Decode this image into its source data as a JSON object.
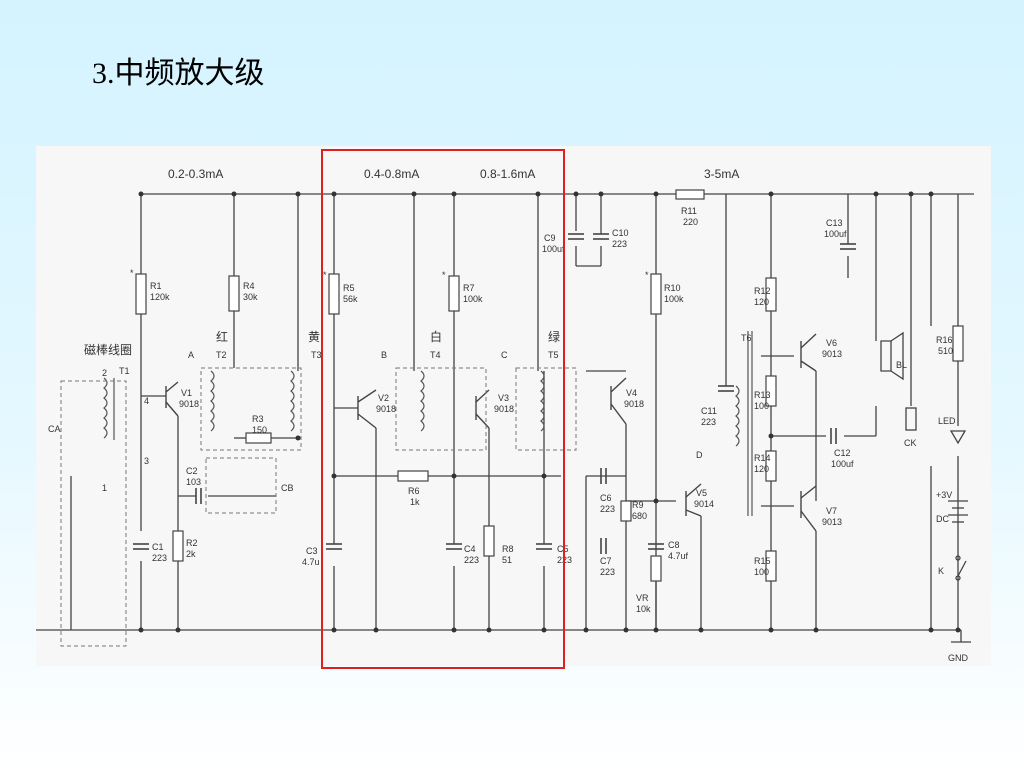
{
  "slide": {
    "title": "3.中频放大级"
  },
  "schematic": {
    "currents": {
      "stage1": "0.2-0.3mA",
      "stage2": "0.4-0.8mA",
      "stage3": "0.8-1.6mA",
      "stage4": "3-5mA"
    },
    "transformers": {
      "T1": "T1",
      "T2": "T2",
      "T3": "T3",
      "T4": "T4",
      "T5": "T5",
      "T6": "T6",
      "antenna_label": "磁棒线圈",
      "color_red": "红",
      "color_yellow": "黄",
      "color_white": "白",
      "color_green": "绿"
    },
    "points": {
      "A": "A",
      "B": "B",
      "C": "C",
      "D": "D",
      "star": "*"
    },
    "pins": {
      "p1": "1",
      "p2": "2",
      "p3": "3",
      "p4": "4"
    },
    "transistors": {
      "V1": [
        "V1",
        "9018"
      ],
      "V2": [
        "V2",
        "9018"
      ],
      "V3": [
        "V3",
        "9018"
      ],
      "V4": [
        "V4",
        "9018"
      ],
      "V5": [
        "V5",
        "9014"
      ],
      "V6": [
        "V6",
        "9013"
      ],
      "V7": [
        "V7",
        "9013"
      ]
    },
    "resistors": {
      "R1": [
        "R1",
        "120k"
      ],
      "R2": [
        "R2",
        "2k"
      ],
      "R3": [
        "R3",
        "150"
      ],
      "R4": [
        "R4",
        "30k"
      ],
      "R5": [
        "R5",
        "56k"
      ],
      "R6": [
        "R6",
        "1k"
      ],
      "R7": [
        "R7",
        "100k"
      ],
      "R8": [
        "R8",
        "51"
      ],
      "R9": [
        "R9",
        "680"
      ],
      "R10": [
        "R10",
        "100k"
      ],
      "R11": [
        "R11",
        "220"
      ],
      "R12": [
        "R12",
        "120"
      ],
      "R13": [
        "R13",
        "100"
      ],
      "R14": [
        "R14",
        "120"
      ],
      "R15": [
        "R15",
        "100"
      ],
      "R16": [
        "R16",
        "510"
      ]
    },
    "capacitors": {
      "CA": "CA",
      "CB": "CB",
      "C1": [
        "C1",
        "223"
      ],
      "C2": [
        "C2",
        "103"
      ],
      "C3": [
        "C3",
        "4.7u"
      ],
      "C4": [
        "C4",
        "223"
      ],
      "C5": [
        "C5",
        "223"
      ],
      "C6": [
        "C6",
        "223"
      ],
      "C7": [
        "C7",
        "223"
      ],
      "C8": [
        "C8",
        "4.7uf"
      ],
      "C9": [
        "C9",
        "100uf"
      ],
      "C10": [
        "C10",
        "223"
      ],
      "C11": [
        "C11",
        "223"
      ],
      "C12": [
        "C12",
        "100uf"
      ],
      "C13": [
        "C13",
        "100uf"
      ]
    },
    "other": {
      "VR": [
        "VR",
        "10k"
      ],
      "BL": "BL",
      "CK": "CK",
      "LED": "LED",
      "power": [
        "+3V",
        "DC"
      ],
      "K": "K",
      "GND": "GND"
    }
  }
}
